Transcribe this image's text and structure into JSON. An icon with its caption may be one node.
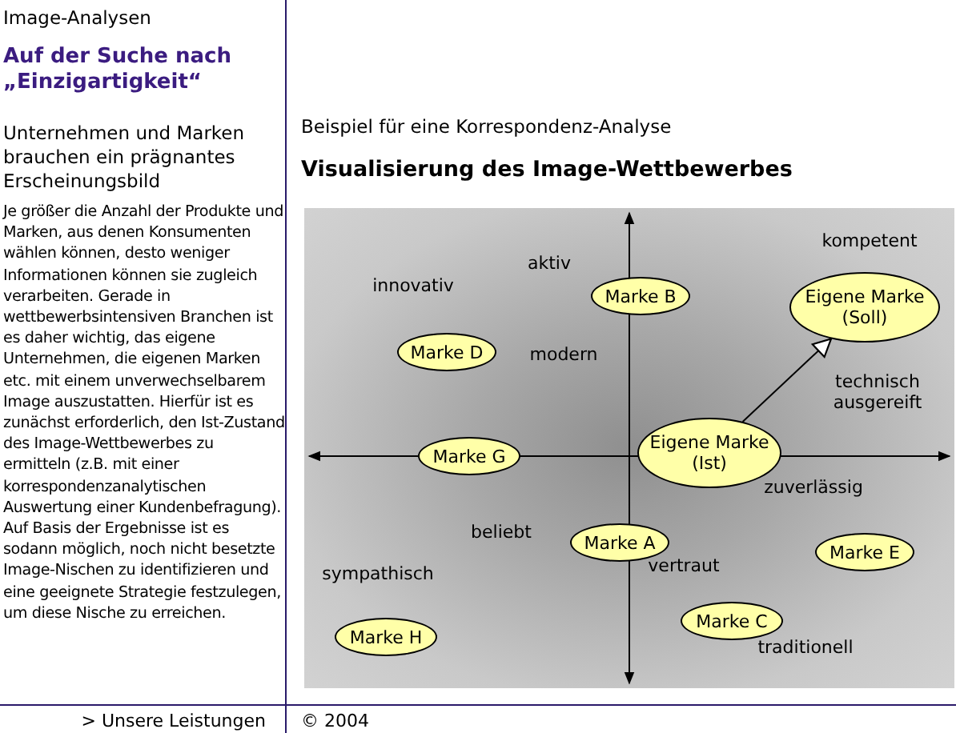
{
  "diagram": {
    "title": "Visualisierung des Image-Wettbewerbes",
    "nodes": [
      {
        "text": [
          "Marke B"
        ]
      },
      {
        "text": [
          "Eigene Marke (Soll)"
        ]
      },
      {
        "text": [
          "Marke D"
        ]
      },
      {
        "text": [
          "Marke G"
        ]
      },
      {
        "text": [
          "Eigene Marke (Ist)"
        ]
      },
      {
        "text": [
          "Marke A"
        ]
      },
      {
        "text": [
          "Marke E"
        ]
      },
      {
        "text": [
          "Marke C"
        ]
      },
      {
        "text": [
          "Marke H"
        ]
      }
    ],
    "edges": [
      {
        "from": 4,
        "to": 1,
        "arrow": "to"
      }
    ],
    "labels": [
      "Image-Analysen",
      "Auf der Suche nach „Einzigartigkeit“",
      "Unternehmen und Marken brauchen ein prägnantes Erscheinungsbild",
      "Je größer die Anzahl der Produkte und Marken, aus denen Konsumenten wählen können, desto weniger Informationen können sie zugleich verarbeiten. Gerade in wettbewerbsintensiven Branchen ist es daher wichtig, das eigene Unternehmen, die eigenen Marken etc. mit einem unverwechselbarem Image auszustatten. Hierfür ist es zunächst erforderlich, den Ist-Zustand des Image-Wettbewerbes zu ermitteln (z.B. mit einer korrespondenzanalytischen Auswertung einer Kundenbefragung). Auf Basis der Ergebnisse ist es sodann möglich, noch nicht besetzte Image-Nischen zu identifizieren und eine geeignete Strategie festzulegen, um diese Nische zu erreichen.",
      "> Unsere Leistungen",
      "Beispiel für eine Korrespondenz-Analyse",
      "kompetent",
      "aktiv",
      "innovativ",
      "modern",
      "technisch ausgereift",
      "zuverlässig",
      "beliebt",
      "vertraut",
      "sympathisch",
      "traditionell",
      "© 2004"
    ]
  }
}
